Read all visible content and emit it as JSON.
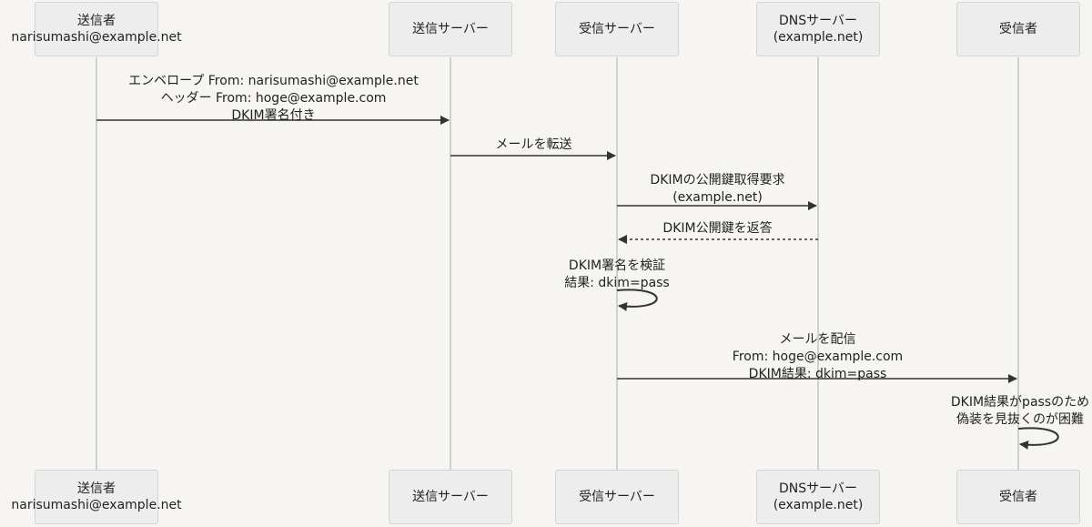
{
  "actors": [
    {
      "id": "sender",
      "lines": [
        "送信者",
        "narisumashi@example.net"
      ]
    },
    {
      "id": "send-server",
      "lines": [
        "送信サーバー"
      ]
    },
    {
      "id": "recv-server",
      "lines": [
        "受信サーバー"
      ]
    },
    {
      "id": "dns-server",
      "lines": [
        "DNSサーバー (example.net)"
      ]
    },
    {
      "id": "receiver",
      "lines": [
        "受信者"
      ]
    }
  ],
  "messages": [
    {
      "from": 0,
      "to": 1,
      "style": "solid",
      "lines": [
        "エンベロープ From: narisumashi@example.net",
        "ヘッダー From: hoge@example.com",
        "DKIM署名付き"
      ]
    },
    {
      "from": 1,
      "to": 2,
      "style": "solid",
      "lines": [
        "メールを転送"
      ]
    },
    {
      "from": 2,
      "to": 3,
      "style": "solid",
      "lines": [
        "DKIMの公開鍵取得要求",
        "(example.net)"
      ]
    },
    {
      "from": 3,
      "to": 2,
      "style": "dashed",
      "lines": [
        "DKIM公開鍵を返答"
      ]
    },
    {
      "from": 2,
      "to": 2,
      "style": "self",
      "lines": [
        "DKIM署名を検証",
        "結果: dkim=pass"
      ]
    },
    {
      "from": 2,
      "to": 4,
      "style": "solid",
      "lines": [
        "メールを配信",
        "From: hoge@example.com",
        "DKIM結果: dkim=pass"
      ]
    },
    {
      "from": 4,
      "to": 4,
      "style": "self",
      "lines": [
        "DKIM結果がpassのため",
        "偽装を見抜くのが困難"
      ]
    }
  ]
}
